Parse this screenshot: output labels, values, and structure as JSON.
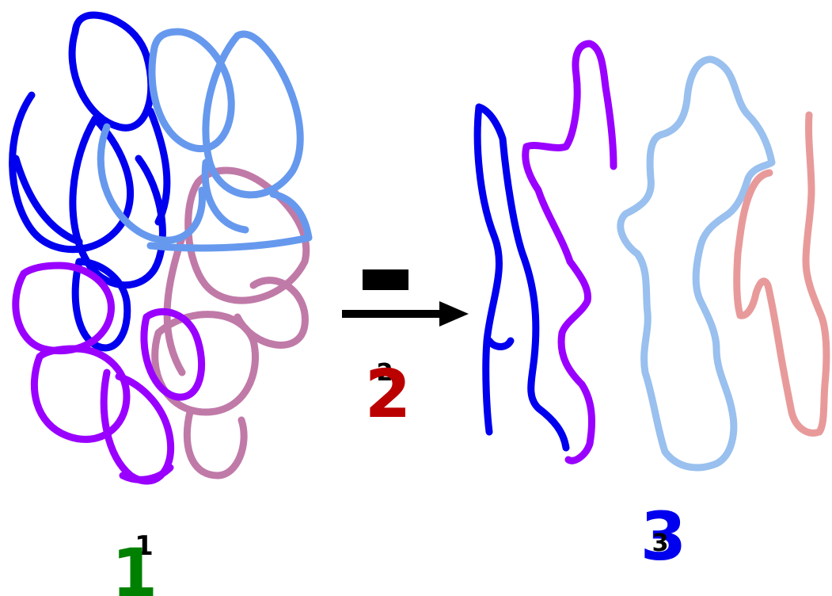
{
  "colors": {
    "blue": "#0000ee",
    "light_blue": "#6699ee",
    "pink": "#c07aa8",
    "purple": "#9900ff",
    "pale_blue": "#99c0ee",
    "salmon": "#e89a9a",
    "label_1": "#008000",
    "label_2": "#bb0000",
    "label_3": "#0000ee",
    "arrow": "#000000"
  },
  "labels": {
    "step_1": "1",
    "step_2": "2",
    "step_3": "3"
  }
}
